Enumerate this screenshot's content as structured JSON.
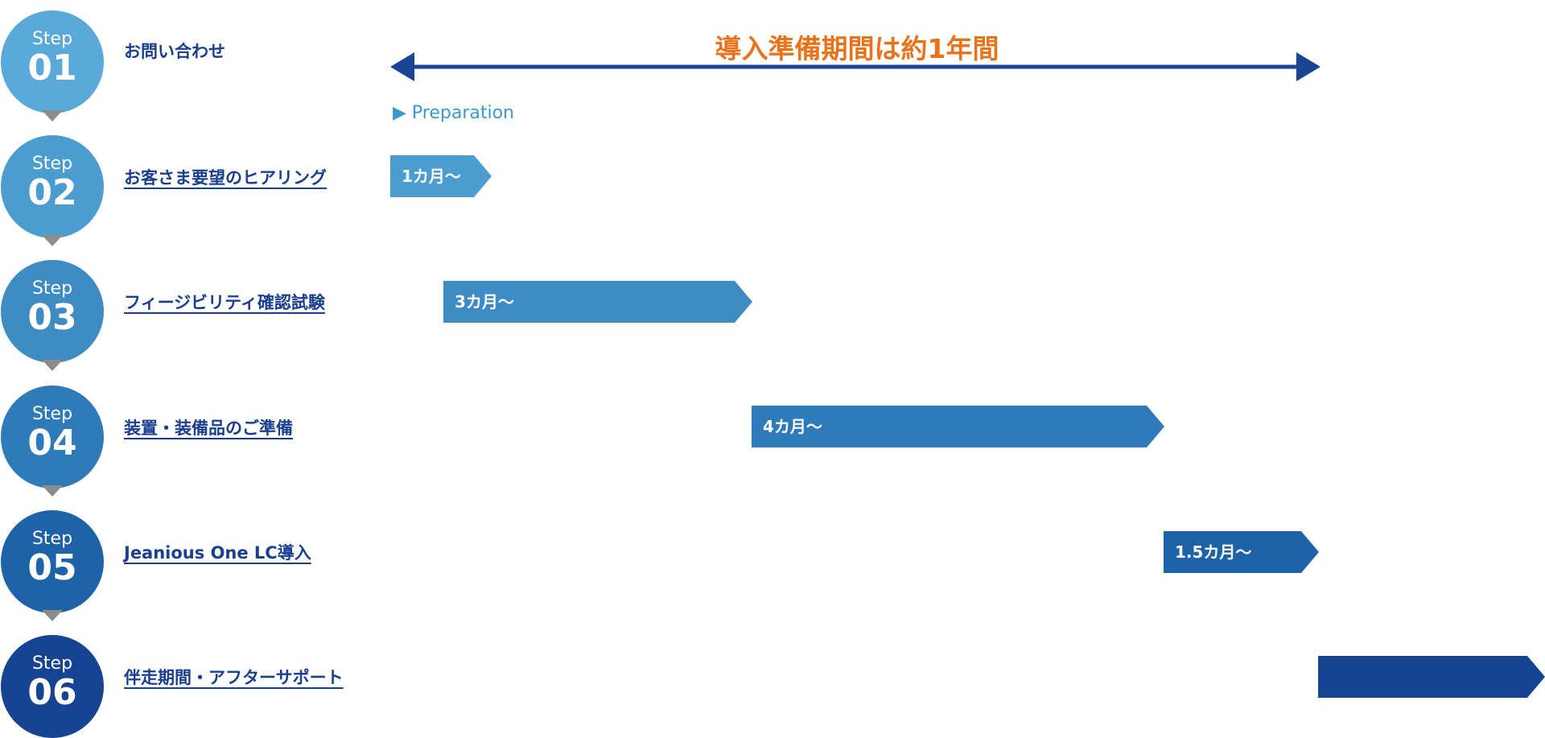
{
  "header": {
    "period_title": "導入準備期間は約1年間",
    "preparation_label": "▶ Preparation"
  },
  "steps": [
    {
      "step": "Step",
      "number": "01",
      "label": "お問い合わせ",
      "color": "#5ba9d8"
    },
    {
      "step": "Step",
      "number": "02",
      "label": "お客さま要望のヒアリング",
      "color": "#4b9ccf"
    },
    {
      "step": "Step",
      "number": "03",
      "label": "フィージビリティ確認試験",
      "color": "#3f8cc5"
    },
    {
      "step": "Step",
      "number": "04",
      "label": "装置・装備品のご準備",
      "color": "#2f7ab8"
    },
    {
      "step": "Step",
      "number": "05",
      "label": "Jeanious One LC導入",
      "color": "#1e62a8"
    },
    {
      "step": "Step",
      "number": "06",
      "label": "伴走期間・アフターサポート",
      "color": "#164492"
    }
  ],
  "durations": [
    "1カ月〜",
    "3カ月〜",
    "4カ月〜",
    "1.5カ月〜",
    ""
  ],
  "colors": {
    "accent": "#e8731a",
    "arrow": "#1a4595",
    "connector": "#8c8c8c"
  }
}
